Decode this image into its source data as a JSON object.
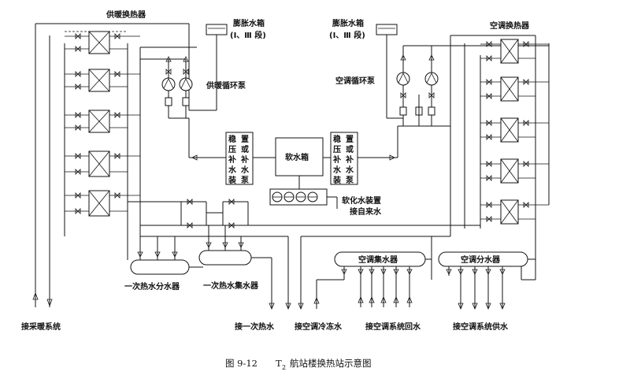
{
  "labels": {
    "heating_hx": "供暖换热器",
    "expansion_tank_left": "膨胀水箱",
    "expansion_tank_left_sub": "(Ⅰ、Ⅲ 段)",
    "expansion_tank_right": "膨胀水箱",
    "expansion_tank_right_sub": "(Ⅰ、Ⅲ 段)",
    "ac_hx": "空调换热器",
    "heating_pump": "供暖循环泵",
    "ac_pump": "空调循环泵",
    "soft_tank": "软水箱",
    "left_stab_a": "稳",
    "left_stab_b": "压",
    "left_stab_c": "补",
    "left_stab_d": "水",
    "left_stab_e": "装",
    "left_set_a": "置",
    "left_set_b": "或",
    "left_set_c": "补",
    "left_set_d": "水",
    "left_set_e": "泵",
    "right_stab_a": "稳",
    "right_stab_b": "压",
    "right_stab_c": "补",
    "right_stab_d": "水",
    "right_stab_e": "装",
    "right_set_a": "置",
    "right_set_b": "或",
    "right_set_c": "补",
    "right_set_d": "水",
    "right_set_e": "泵",
    "softener_1": "软化水装置",
    "softener_2": "接自来水",
    "ac_collector": "空调集水器",
    "ac_distributor": "空调分水器",
    "primary_distributor": "一次热水分水器",
    "primary_collector": "一次热水集水器",
    "to_heating_system": "接采暖系统",
    "to_primary_hot": "接一次热水",
    "to_ac_chilled": "接空调冷冻水",
    "to_ac_return": "接空调系统回水",
    "to_ac_supply": "接空调系统供水"
  },
  "caption": {
    "fig_no": "图 9-12",
    "t": "T",
    "sub": "2",
    "title": "航站楼换热站示意图"
  }
}
